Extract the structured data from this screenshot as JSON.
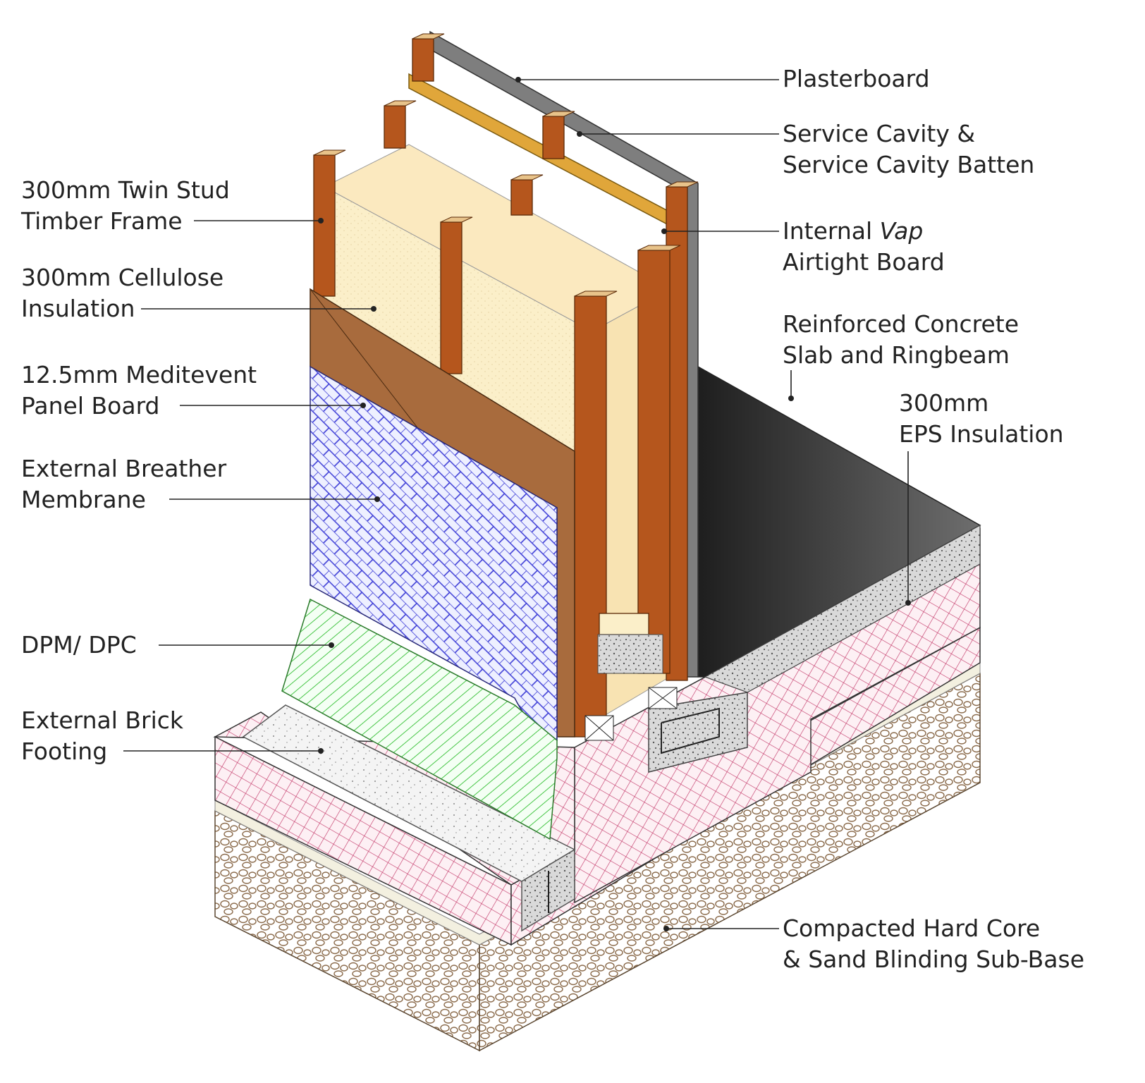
{
  "colors": {
    "timber": "#b5561d",
    "timber_end": "#e8c38a",
    "cellulose": "#fbefc9",
    "vap_board": "#e0a63a",
    "plasterboard": "#7e7e7e",
    "panel_board": "#a86b3d",
    "membrane": "#3b3bd6",
    "dpm": "#46c646",
    "eps_insulation": "#c43a6a",
    "concrete": "#c9c9c9",
    "slab": "#2d2d2d",
    "hardcore": "#8a6a4a",
    "leader": "#222222"
  },
  "labels": {
    "plasterboard": "Plasterboard",
    "service_cavity_1": "Service Cavity &",
    "service_cavity_2": "Service Cavity Batten",
    "vap_prefix": "Internal ",
    "vap_italic": "Vap",
    "vap_line2": "Airtight Board",
    "slab_1": "Reinforced Concrete",
    "slab_2": "Slab and Ringbeam",
    "eps_1": "300mm",
    "eps_2": "EPS Insulation",
    "hardcore_1": "Compacted Hard Core",
    "hardcore_2": "& Sand Blinding Sub-Base",
    "stud_1": "300mm Twin Stud",
    "stud_2": "Timber Frame",
    "cellulose_1": "300mm Cellulose",
    "cellulose_2": "Insulation",
    "panel_1": "12.5mm Meditevent",
    "panel_2": "Panel Board",
    "membrane_1": "External Breather",
    "membrane_2": "Membrane",
    "dpm": "DPM/ DPC",
    "footing_1": "External Brick",
    "footing_2": "Footing"
  },
  "icons": {
    "hatch_membrane": "diagonal-crosshatch",
    "hatch_eps": "square-crosshatch",
    "hatch_dpm": "diagonal-lines",
    "hardcore": "pebble-circles",
    "concrete": "speckle-dots"
  }
}
